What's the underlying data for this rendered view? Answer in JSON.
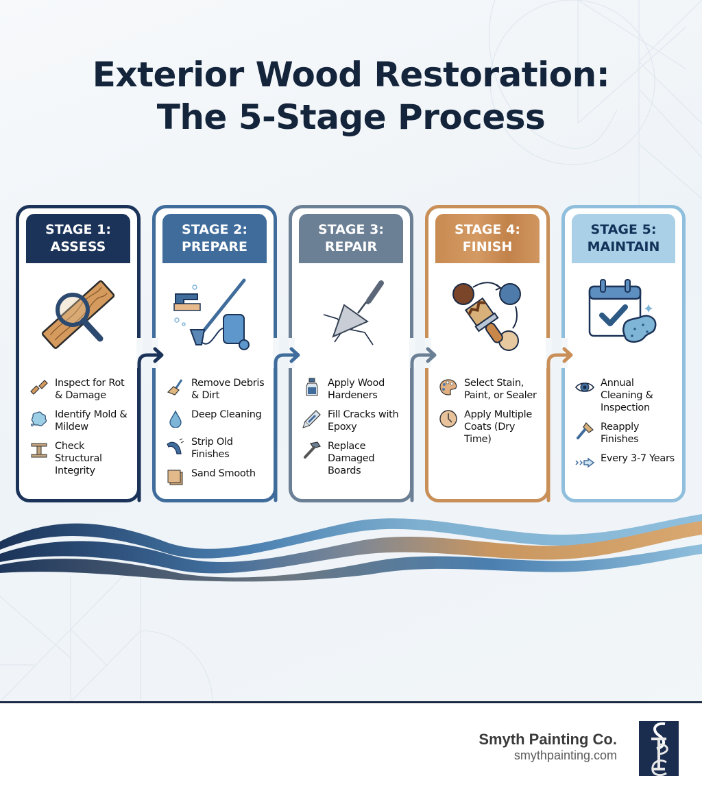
{
  "title": {
    "line1": "Exterior Wood Restoration:",
    "line2": "The 5-Stage Process"
  },
  "colors": {
    "stage1": "#1b3358",
    "stage2": "#3f6c9b",
    "stage3": "#6b7f95",
    "stage4": "#c98f58",
    "stage5": "#8fbfdc",
    "title": "#13243b"
  },
  "stages": [
    {
      "label": "STAGE 1:",
      "name": "ASSESS",
      "illustration": "magnifier-over-wood-plank-icon",
      "items": [
        {
          "icon": "broken-plank-icon",
          "text": "Inspect for Rot & Damage"
        },
        {
          "icon": "mold-splat-icon",
          "text": "Identify Mold & Mildew"
        },
        {
          "icon": "i-beam-icon",
          "text": "Check Structural Integrity"
        }
      ]
    },
    {
      "label": "STAGE 2:",
      "name": "PREPARE",
      "illustration": "scrub-brush-pressure-washer-icon",
      "items": [
        {
          "icon": "broom-icon",
          "text": "Remove Debris & Dirt"
        },
        {
          "icon": "water-drop-icon",
          "text": "Deep Cleaning"
        },
        {
          "icon": "scraper-icon",
          "text": "Strip Old Finishes"
        },
        {
          "icon": "sandpaper-icon",
          "text": "Sand Smooth"
        }
      ]
    },
    {
      "label": "STAGE 3:",
      "name": "REPAIR",
      "illustration": "trowel-crack-icon",
      "items": [
        {
          "icon": "bottle-icon",
          "text": "Apply Wood Hardeners"
        },
        {
          "icon": "epoxy-tube-icon",
          "text": "Fill Cracks with Epoxy"
        },
        {
          "icon": "hammer-icon",
          "text": "Replace Damaged Boards"
        }
      ]
    },
    {
      "label": "STAGE 4:",
      "name": "FINISH",
      "illustration": "paintbrush-color-cycle-icon",
      "items": [
        {
          "icon": "palette-icon",
          "text": "Select Stain, Paint, or Sealer"
        },
        {
          "icon": "clock-icon",
          "text": "Apply Multiple Coats (Dry Time)"
        }
      ]
    },
    {
      "label": "STAGE 5:",
      "name": "MAINTAIN",
      "illustration": "calendar-check-sponge-icon",
      "items": [
        {
          "icon": "eye-icon",
          "text": "Annual Cleaning & Inspection"
        },
        {
          "icon": "paintbrush-icon",
          "text": "Reapply Finishes"
        },
        {
          "icon": "forward-arrow-icon",
          "text": "Every 3-7 Years"
        }
      ]
    }
  ],
  "footer": {
    "company": "Smyth Painting Co.",
    "website": "smythpainting.com",
    "logo_letters": "SPC"
  }
}
